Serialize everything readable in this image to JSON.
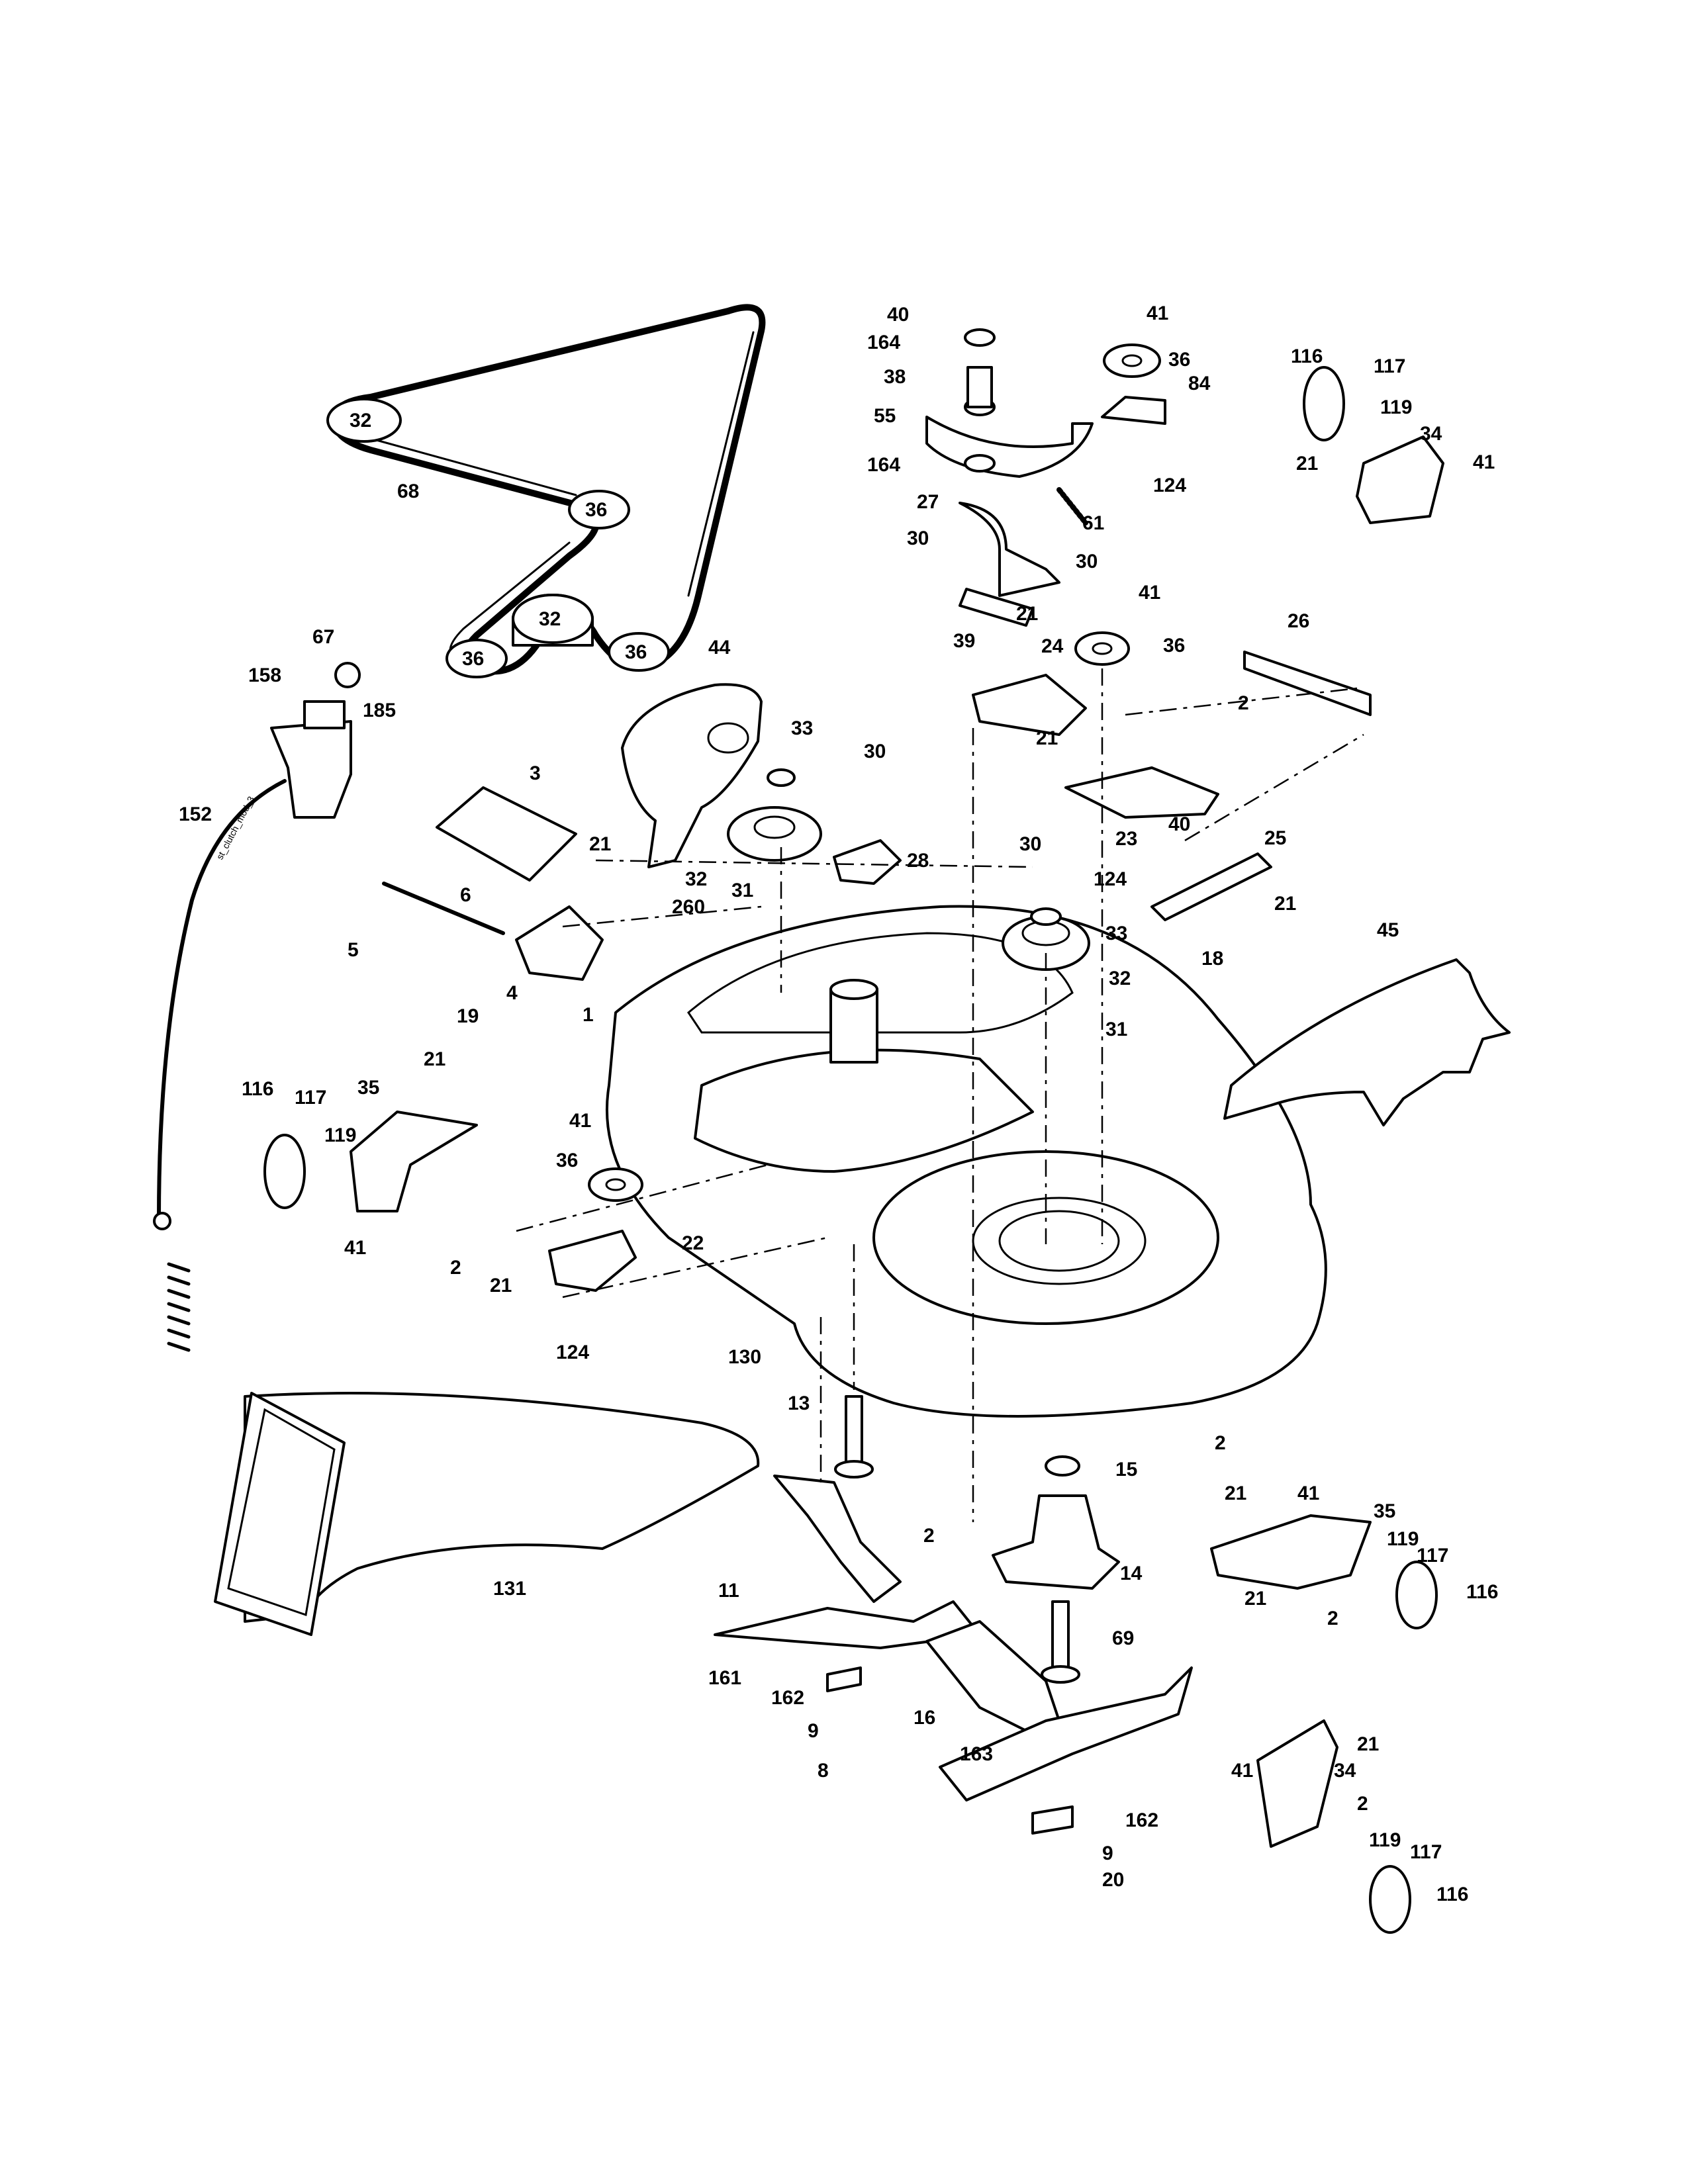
{
  "diagram": {
    "kind": "exploded-parts-diagram",
    "subject": "mower deck assembly",
    "cable_text": "st_clutch_mod_3",
    "belt_pulley_labels": [
      "32",
      "36",
      "32",
      "36",
      "36"
    ],
    "callouts": [
      "40",
      "41",
      "164",
      "36",
      "84",
      "38",
      "55",
      "164",
      "124",
      "116",
      "117",
      "119",
      "34",
      "21",
      "41",
      "27",
      "61",
      "30",
      "30",
      "68",
      "41",
      "21",
      "39",
      "36",
      "24",
      "26",
      "67",
      "158",
      "185",
      "44",
      "33",
      "30",
      "2",
      "21",
      "23",
      "40",
      "25",
      "3",
      "152",
      "32",
      "31",
      "28",
      "30",
      "124",
      "21",
      "21",
      "6",
      "260",
      "33",
      "18",
      "5",
      "4",
      "19",
      "32",
      "45",
      "1",
      "31",
      "21",
      "116",
      "117",
      "35",
      "41",
      "119",
      "36",
      "22",
      "41",
      "2",
      "21",
      "124",
      "130",
      "13",
      "2",
      "15",
      "131",
      "21",
      "41",
      "35",
      "11",
      "2",
      "14",
      "119",
      "117",
      "21",
      "116",
      "2",
      "69",
      "161",
      "162",
      "9",
      "16",
      "8",
      "163",
      "21",
      "41",
      "34",
      "2",
      "162",
      "119",
      "117",
      "9",
      "116",
      "20"
    ]
  }
}
